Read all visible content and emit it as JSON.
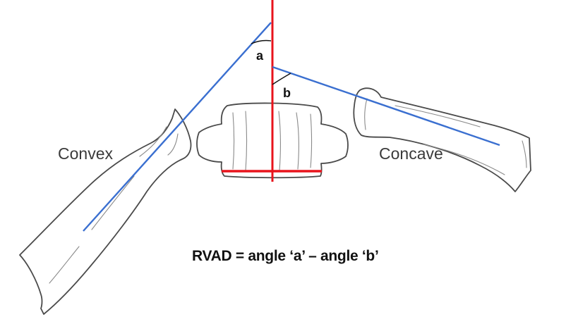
{
  "labels": {
    "convex": "Convex",
    "concave": "Concave",
    "angle_a": "a",
    "angle_b": "b"
  },
  "formula": "RVAD = angle ‘a’ – angle ‘b’",
  "colors": {
    "midline": "#e8141c",
    "endplate": "#e8141c",
    "rib_axis": "#3a6fd0",
    "outline": "#4a4a4a"
  }
}
